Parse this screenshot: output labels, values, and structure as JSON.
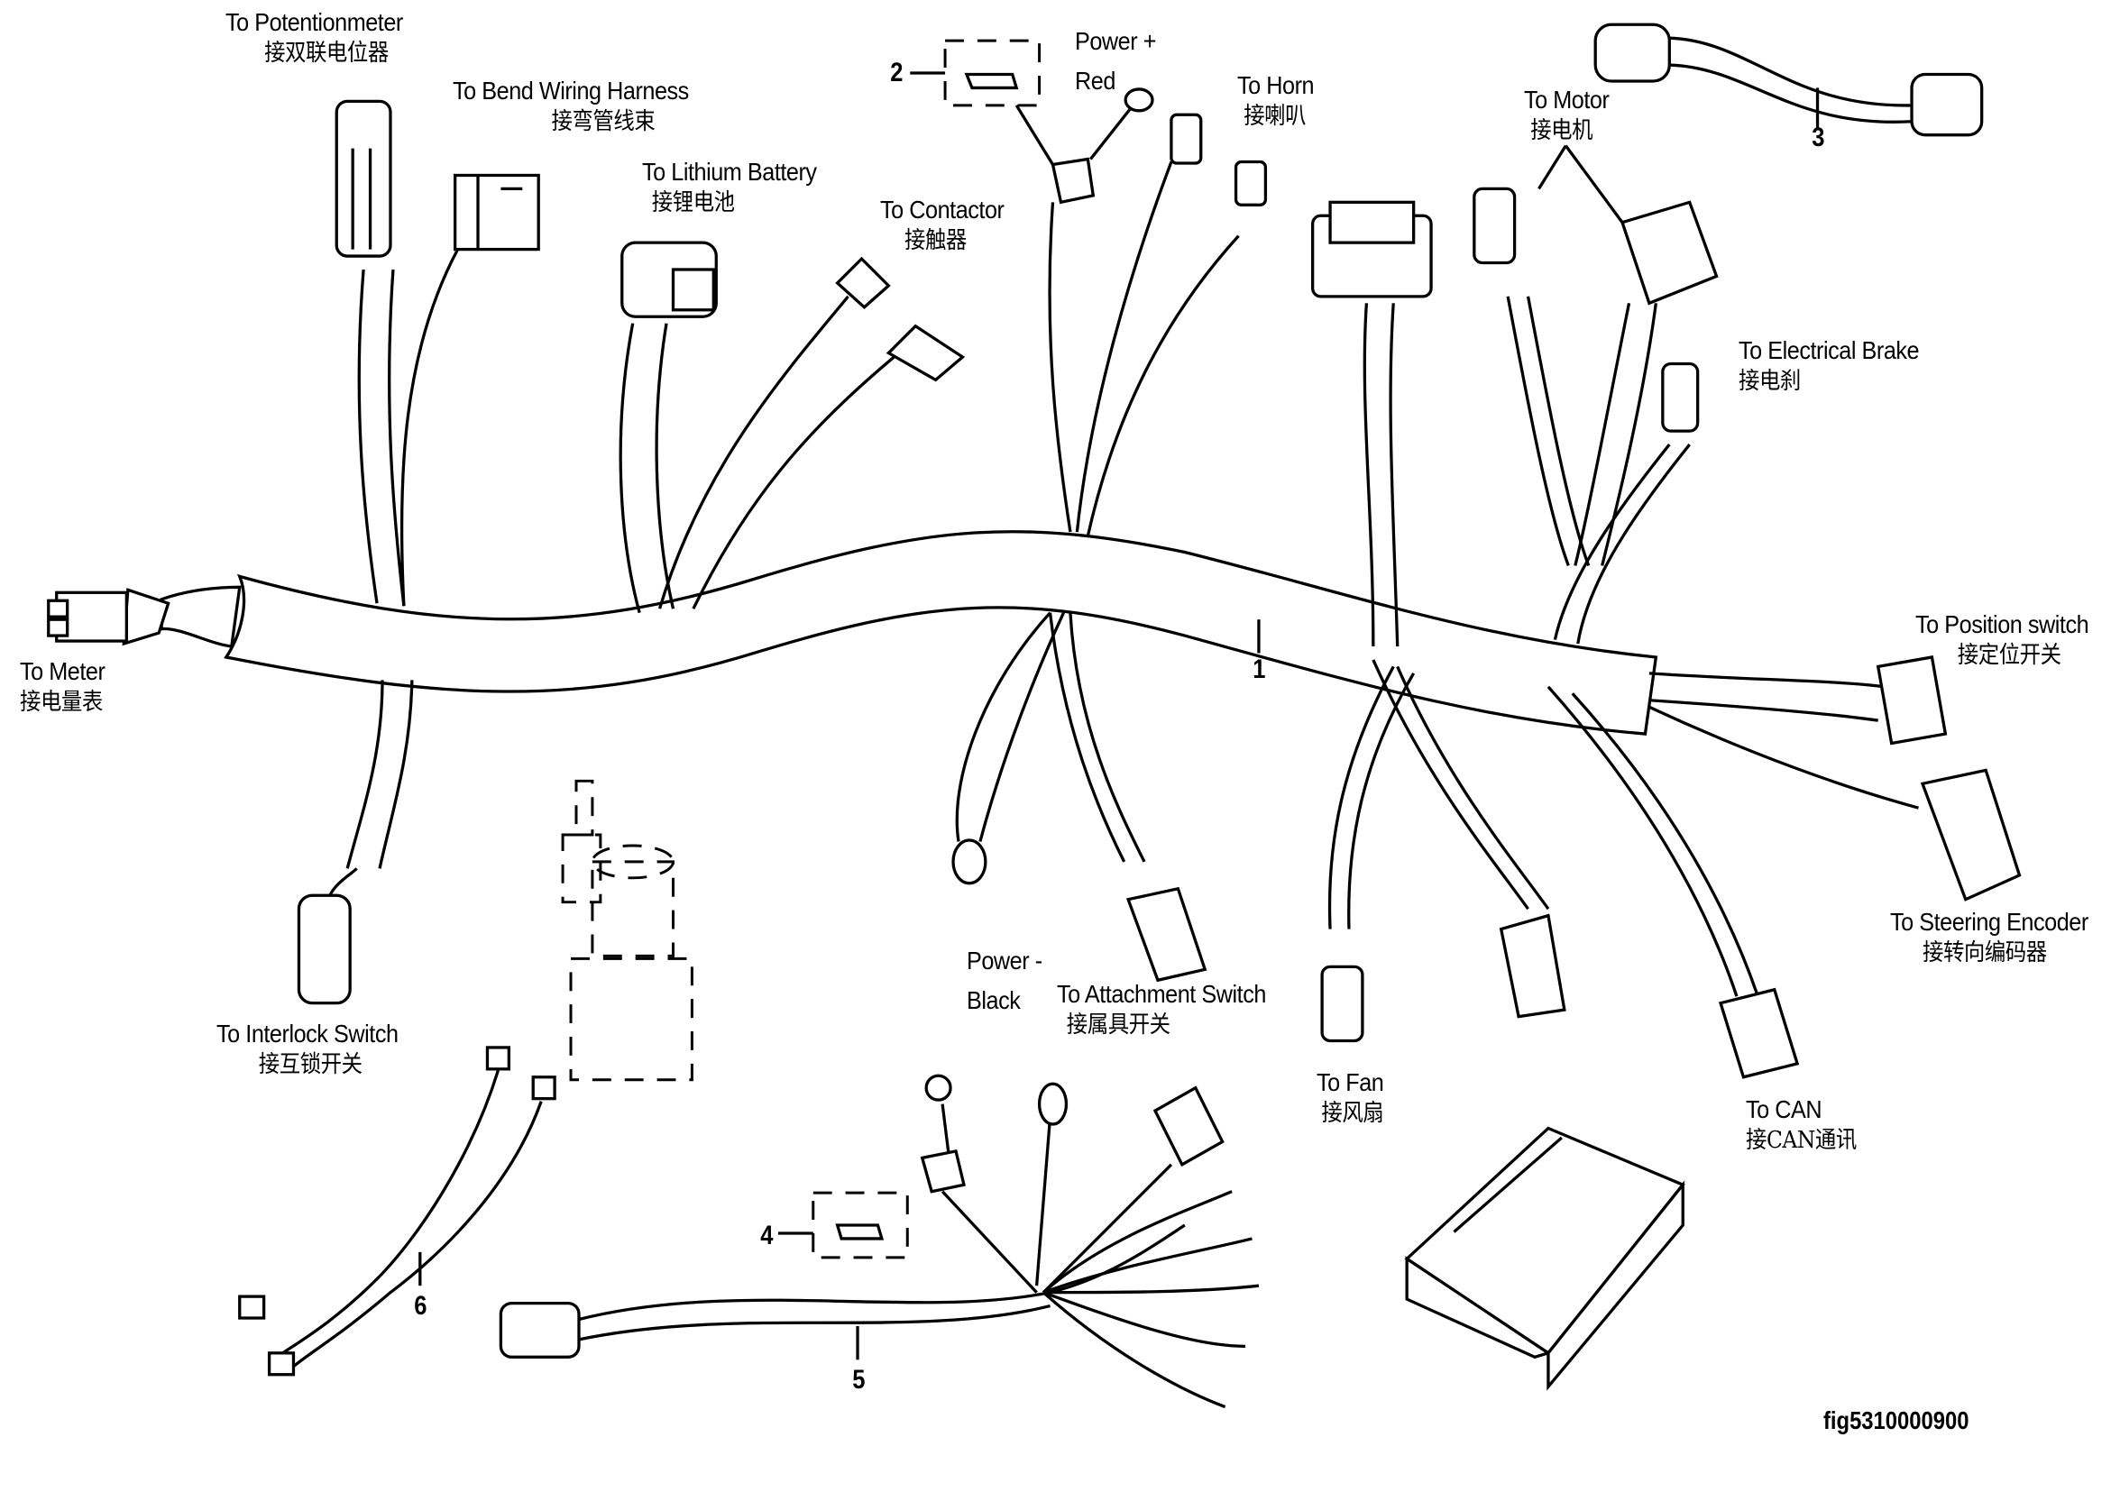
{
  "figure_id": "fig5310000900",
  "labels": {
    "potentiometer": {
      "en": "To Potentionmeter",
      "zh": "接双联电位器"
    },
    "bend_harness": {
      "en": "To  Bend Wiring Harness",
      "zh": "接弯管线束"
    },
    "lithium_battery": {
      "en": "To Lithium Battery",
      "zh": "接锂电池"
    },
    "contactor": {
      "en": "To Contactor",
      "zh": "接触器"
    },
    "power_plus": {
      "en1": "Power +",
      "en2": "Red"
    },
    "horn": {
      "en": "To Horn",
      "zh": "接喇叭"
    },
    "motor": {
      "en": "To  Motor",
      "zh": "接电机"
    },
    "electrical_brake": {
      "en": "To Electrical Brake",
      "zh": "接电刹"
    },
    "meter": {
      "en": "To Meter",
      "zh": "接电量表"
    },
    "position_switch": {
      "en": "To Position switch",
      "zh": "接定位开关"
    },
    "steering_encoder": {
      "en": "To Steering Encoder",
      "zh": "接转向编码器"
    },
    "power_minus": {
      "en1": "Power -",
      "en2": "Black"
    },
    "attachment_switch": {
      "en": "To Attachment Switch",
      "zh": "接属具开关"
    },
    "fan": {
      "en": "To Fan",
      "zh": "接风扇"
    },
    "can": {
      "en": "To CAN",
      "zh": "接CAN通讯"
    },
    "interlock_switch": {
      "en": "To Interlock Switch",
      "zh": "接互锁开关"
    }
  },
  "callouts": [
    "1",
    "2",
    "3",
    "4",
    "5",
    "6"
  ]
}
